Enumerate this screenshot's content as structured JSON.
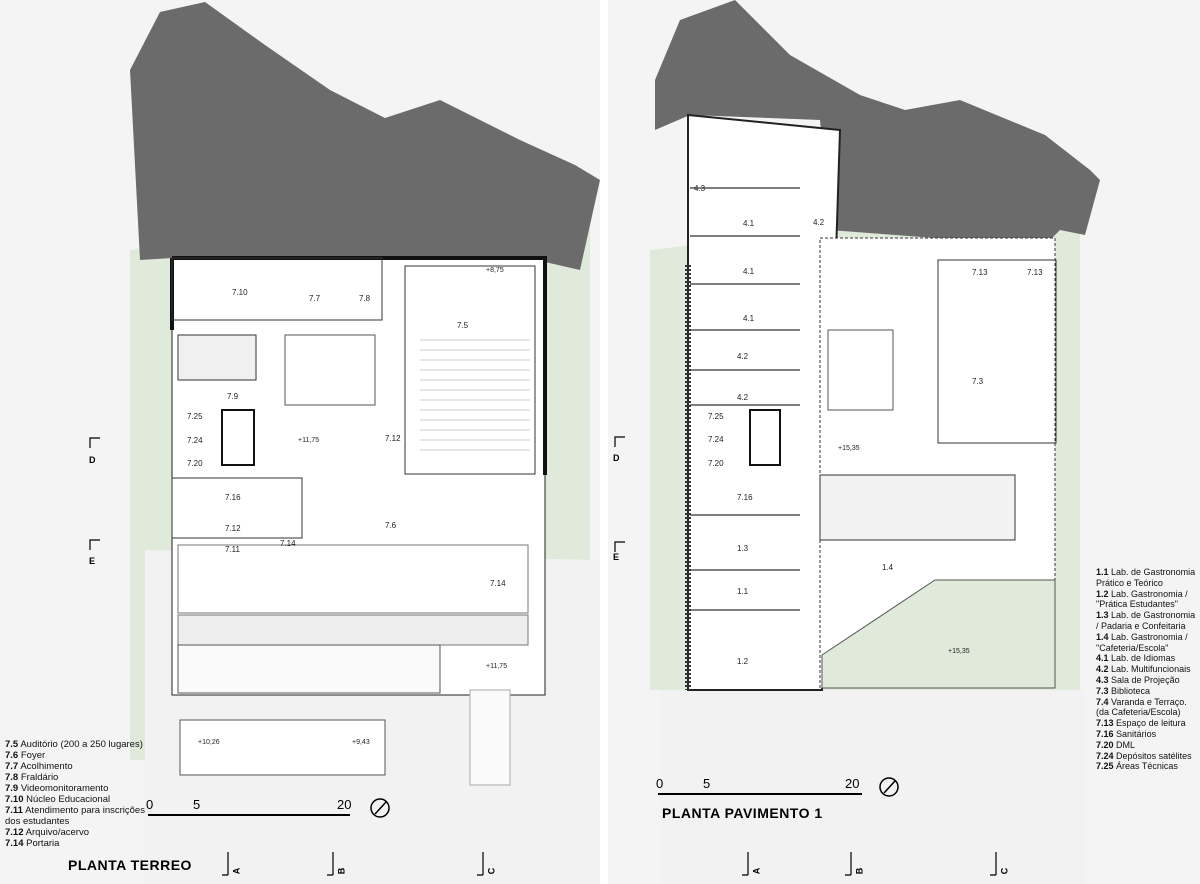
{
  "ground_floor": {
    "title": "PLANTA TERREO",
    "rooms": [
      "7.10",
      "7.7",
      "7.8",
      "7.5",
      "7.9",
      "7.25",
      "7.24",
      "7.20",
      "7.12",
      "7.16",
      "7.12",
      "7.11",
      "7.14",
      "7.6",
      "7.14"
    ],
    "levels": [
      "+8,75",
      "+11,75",
      "+11,75",
      "+10,26",
      "+9,43"
    ],
    "scale": [
      "0",
      "5",
      "20"
    ],
    "sections": [
      "D",
      "E",
      "A",
      "B",
      "C"
    ],
    "legend": [
      {
        "code": "7.5",
        "text": "Auditório (200 a 250 lugares)"
      },
      {
        "code": "7.6",
        "text": "Foyer"
      },
      {
        "code": "7.7",
        "text": "Acolhimento"
      },
      {
        "code": "7.8",
        "text": "Fraldário"
      },
      {
        "code": "7.9",
        "text": "Videomonitoramento"
      },
      {
        "code": "7.10",
        "text": "Núcleo Educacional"
      },
      {
        "code": "7.11",
        "text": "Atendimento para inscrições dos estudantes"
      },
      {
        "code": "7.12",
        "text": "Arquivo/acervo"
      },
      {
        "code": "7.14",
        "text": "Portaria"
      }
    ]
  },
  "first_floor": {
    "title": "PLANTA PAVIMENTO 1",
    "rooms": [
      "4.3",
      "4.1",
      "4.2",
      "4.1",
      "4.1",
      "4.2",
      "4.2",
      "7.13",
      "7.13",
      "7.3",
      "7.25",
      "7.24",
      "7.20",
      "7.16",
      "1.3",
      "1.1",
      "1.2",
      "1.4"
    ],
    "levels": [
      "+15,35",
      "+15,35"
    ],
    "scale": [
      "0",
      "5",
      "20"
    ],
    "sections": [
      "D",
      "E",
      "A",
      "B",
      "C"
    ],
    "legend": [
      {
        "code": "1.1",
        "text": "Lab. de Gastronomia Prático e Teórico"
      },
      {
        "code": "1.2",
        "text": "Lab. Gastronomia / \"Prática Estudantes\""
      },
      {
        "code": "1.3",
        "text": "Lab. de Gastronomia / Padaria e Confeitaria"
      },
      {
        "code": "1.4",
        "text": "Lab. Gastronomia / \"Cafeteria/Escola\""
      },
      {
        "code": "4.1",
        "text": "Lab. de Idiomas"
      },
      {
        "code": "4.2",
        "text": "Lab. Multifuncionais"
      },
      {
        "code": "4.3",
        "text": "Sala de Projeção"
      },
      {
        "code": "7.3",
        "text": "Biblioteca"
      },
      {
        "code": "7.4",
        "text": "Varanda e Terraço. (da Cafeteria/Escola)"
      },
      {
        "code": "7.13",
        "text": "Espaço de leitura"
      },
      {
        "code": "7.16",
        "text": "Sanitários"
      },
      {
        "code": "7.20",
        "text": "DML"
      },
      {
        "code": "7.24",
        "text": "Depósitos satélites"
      },
      {
        "code": "7.25",
        "text": "Áreas Técnicas"
      }
    ]
  },
  "colors": {
    "terrain": "#6b6b6b",
    "green": "#dfeadb",
    "paper": "#f2f2f2",
    "line": "#222222"
  }
}
